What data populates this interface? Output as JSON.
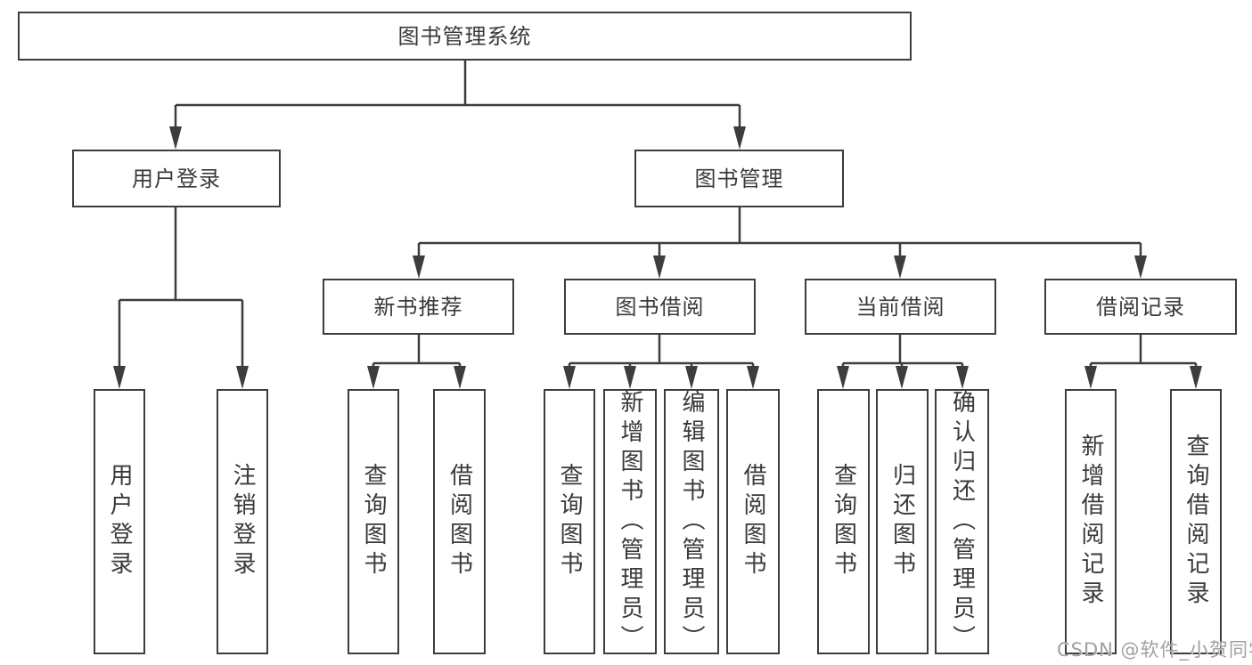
{
  "canvas": {
    "background": "#ffffff",
    "line_color": "#3d3d3d",
    "text_color": "#3a3a3a"
  },
  "watermark": {
    "text": "CSDN @软件_小贺同学",
    "color": "#a0a0a0"
  },
  "nodes": {
    "root": {
      "label": "图书管理系统"
    },
    "user_login": {
      "label": "用户登录"
    },
    "book_mgmt": {
      "label": "图书管理"
    },
    "new_book_rec": {
      "label": "新书推荐"
    },
    "book_borrow": {
      "label": "图书借阅"
    },
    "current_borrow": {
      "label": "当前借阅"
    },
    "borrow_records": {
      "label": "借阅记录"
    },
    "leaf_user_login": {
      "label": "用户登录"
    },
    "leaf_logout": {
      "label": "注销登录"
    },
    "leaf_query_books_new": {
      "label": "查询图书"
    },
    "leaf_borrow_books_new": {
      "label": "借阅图书"
    },
    "leaf_query_books_borrow": {
      "label": "查询图书"
    },
    "leaf_add_book_admin": {
      "label": "新增图书（管理员）"
    },
    "leaf_edit_book_admin": {
      "label": "编辑图书（管理员）"
    },
    "leaf_borrow_books_borrow": {
      "label": "借阅图书"
    },
    "leaf_query_books_current": {
      "label": "查询图书"
    },
    "leaf_return_book": {
      "label": "归还图书"
    },
    "leaf_confirm_return_admin": {
      "label": "确认归还（管理员）"
    },
    "leaf_add_borrow_record": {
      "label": "新增借阅记录"
    },
    "leaf_query_borrow_record": {
      "label": "查询借阅记录"
    }
  },
  "edges": [
    "root->user_login",
    "root->book_mgmt",
    "user_login->leaf_user_login",
    "user_login->leaf_logout",
    "book_mgmt->new_book_rec",
    "book_mgmt->book_borrow",
    "book_mgmt->current_borrow",
    "book_mgmt->borrow_records",
    "new_book_rec->leaf_query_books_new",
    "new_book_rec->leaf_borrow_books_new",
    "book_borrow->leaf_query_books_borrow",
    "book_borrow->leaf_add_book_admin",
    "book_borrow->leaf_edit_book_admin",
    "book_borrow->leaf_borrow_books_borrow",
    "current_borrow->leaf_query_books_current",
    "current_borrow->leaf_return_book",
    "current_borrow->leaf_confirm_return_admin",
    "borrow_records->leaf_add_borrow_record",
    "borrow_records->leaf_query_borrow_record"
  ]
}
